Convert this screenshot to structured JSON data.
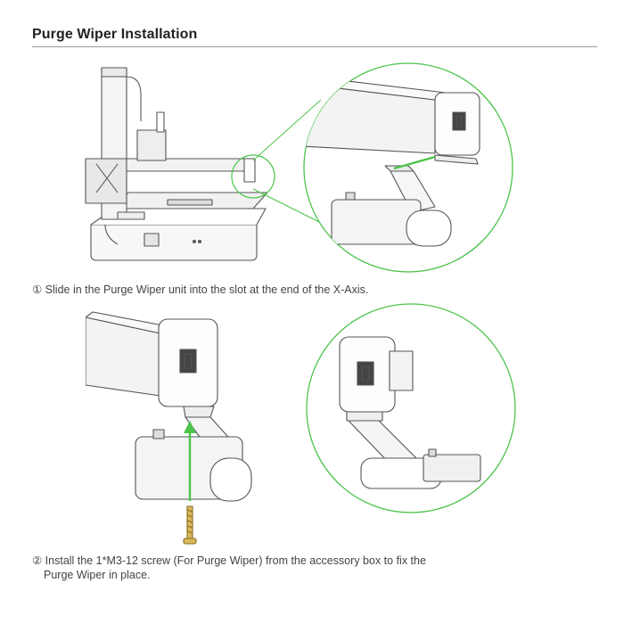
{
  "page": {
    "title": "Purge Wiper Installation"
  },
  "steps": [
    {
      "text": "① Slide in the Purge Wiper unit into the slot at the end of the X-Axis."
    },
    {
      "line1": "② Install the 1*M3-12 screw (For Purge Wiper) from the accessory box to fix the",
      "line2": "Purge Wiper in place."
    }
  ],
  "colors": {
    "accent_green": "#4cc44c",
    "line_gray": "#555555",
    "rule_gray": "#9a9a9a"
  }
}
